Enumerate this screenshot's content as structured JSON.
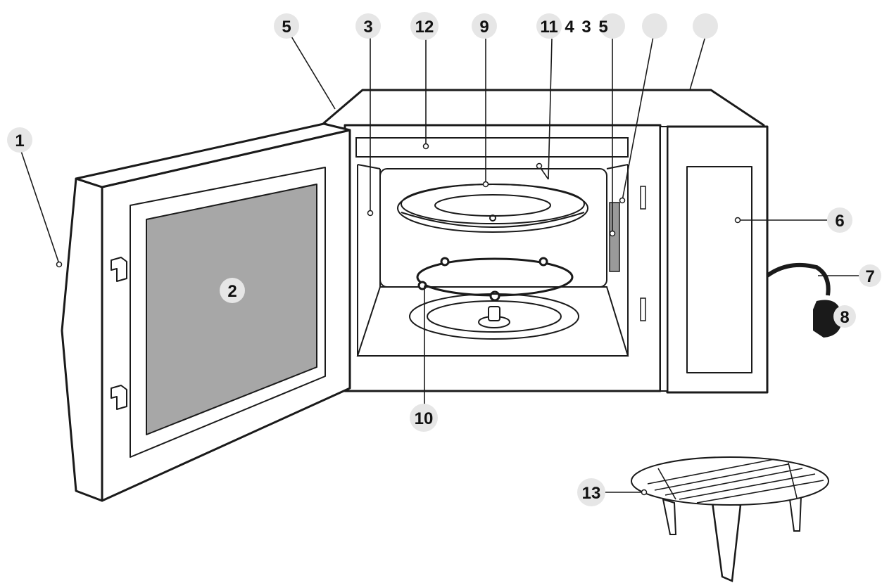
{
  "colors": {
    "line": "#1a1a1a",
    "badge": "#e6e6e6",
    "window": "#a7a7a7",
    "background": "#ffffff"
  },
  "callouts": {
    "c1": "1",
    "c2": "2",
    "c3a": "3",
    "c5a": "5",
    "c6": "6",
    "c7": "7",
    "c8": "8",
    "c9": "9",
    "c10": "10",
    "c11": "11",
    "c12": "12",
    "c13": "13"
  },
  "top_labels": {
    "four": "4",
    "three": "3",
    "five": "5"
  }
}
